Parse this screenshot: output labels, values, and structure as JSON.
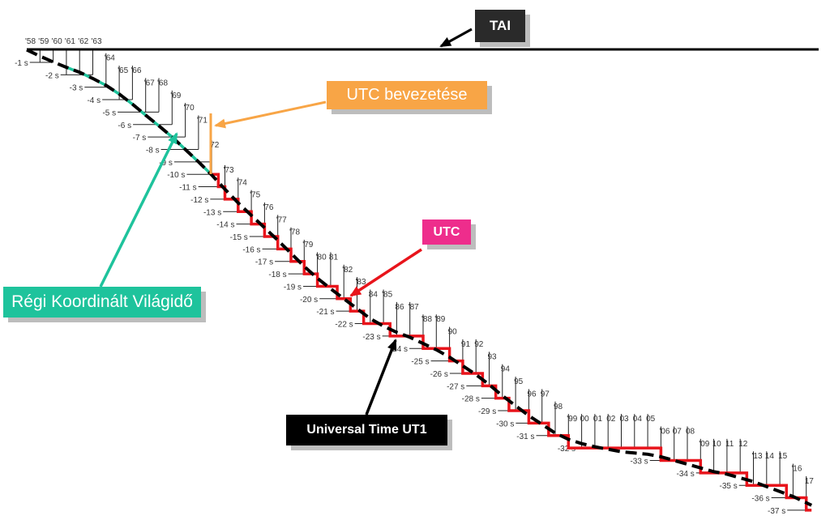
{
  "callouts": {
    "tai": "TAI",
    "utc_intro": "UTC bevezetése",
    "utc": "UTC",
    "old_utc": "Régi Koordinált Világidő",
    "ut1": "Universal Time UT1"
  },
  "colors": {
    "tai": "#000000",
    "utc_step": "#e8141b",
    "ut1_dash": "#000000",
    "old_utc": "#1ec39c",
    "utc_intro": "#f8a546",
    "utc_label": "#ee2d8c",
    "grid": "#222222"
  },
  "years": [
    {
      "year": 1958,
      "label": "'58",
      "level": 0
    },
    {
      "year": 1959,
      "label": "'59",
      "level": -1
    },
    {
      "year": 1960,
      "label": "'60",
      "level": -1
    },
    {
      "year": 1961,
      "label": "'61",
      "level": -2
    },
    {
      "year": 1962,
      "label": "'62",
      "level": -2
    },
    {
      "year": 1963,
      "label": "'63",
      "level": -2
    },
    {
      "year": 1964,
      "label": "'64",
      "level": -3
    },
    {
      "year": 1965,
      "label": "'65",
      "level": -4
    },
    {
      "year": 1966,
      "label": "'66",
      "level": -4
    },
    {
      "year": 1967,
      "label": "'67",
      "level": -5
    },
    {
      "year": 1968,
      "label": "'68",
      "level": -5
    },
    {
      "year": 1969,
      "label": "'69",
      "level": -6
    },
    {
      "year": 1970,
      "label": "'70",
      "level": -7
    },
    {
      "year": 1971,
      "label": "'71",
      "level": -8
    },
    {
      "year": 1972,
      "label": "72",
      "level": -10
    },
    {
      "year": 1973,
      "label": "'73",
      "level": -12
    },
    {
      "year": 1974,
      "label": "'74",
      "level": -13
    },
    {
      "year": 1975,
      "label": "'75",
      "level": -14
    },
    {
      "year": 1976,
      "label": "'76",
      "level": -15
    },
    {
      "year": 1977,
      "label": "'77",
      "level": -16
    },
    {
      "year": 1978,
      "label": "'78",
      "level": -17
    },
    {
      "year": 1979,
      "label": "'79",
      "level": -18
    },
    {
      "year": 1980,
      "label": "'80",
      "level": -19
    },
    {
      "year": 1981,
      "label": "81",
      "level": -19
    },
    {
      "year": 1982,
      "label": "'82",
      "level": -20
    },
    {
      "year": 1983,
      "label": "'83",
      "level": -21
    },
    {
      "year": 1984,
      "label": "84",
      "level": -22
    },
    {
      "year": 1985,
      "label": "'85",
      "level": -22
    },
    {
      "year": 1986,
      "label": "86",
      "level": -23
    },
    {
      "year": 1987,
      "label": "'87",
      "level": -23
    },
    {
      "year": 1988,
      "label": "'88",
      "level": -24
    },
    {
      "year": 1989,
      "label": "'89",
      "level": -24
    },
    {
      "year": 1990,
      "label": "90",
      "level": -25
    },
    {
      "year": 1991,
      "label": "91",
      "level": -26
    },
    {
      "year": 1992,
      "label": "92",
      "level": -26
    },
    {
      "year": 1993,
      "label": "93",
      "level": -27
    },
    {
      "year": 1994,
      "label": "94",
      "level": -28
    },
    {
      "year": 1995,
      "label": "95",
      "level": -29
    },
    {
      "year": 1996,
      "label": "96",
      "level": -30
    },
    {
      "year": 1997,
      "label": "97",
      "level": -30
    },
    {
      "year": 1998,
      "label": "98",
      "level": -31
    },
    {
      "year": 1999,
      "label": "'99",
      "level": -32
    },
    {
      "year": 2000,
      "label": "00",
      "level": -32
    },
    {
      "year": 2001,
      "label": "01",
      "level": -32
    },
    {
      "year": 2002,
      "label": "02",
      "level": -32
    },
    {
      "year": 2003,
      "label": "03",
      "level": -32
    },
    {
      "year": 2004,
      "label": "04",
      "level": -32
    },
    {
      "year": 2005,
      "label": "05",
      "level": -32
    },
    {
      "year": 2006,
      "label": "'06",
      "level": -33
    },
    {
      "year": 2007,
      "label": "07",
      "level": -33
    },
    {
      "year": 2008,
      "label": "08",
      "level": -33
    },
    {
      "year": 2009,
      "label": "'09",
      "level": -34
    },
    {
      "year": 2010,
      "label": "10",
      "level": -34
    },
    {
      "year": 2011,
      "label": "11",
      "level": -34
    },
    {
      "year": 2012,
      "label": "12",
      "level": -34
    },
    {
      "year": 2013,
      "label": "'13",
      "level": -35
    },
    {
      "year": 2014,
      "label": "14",
      "level": -35
    },
    {
      "year": 2015,
      "label": "15",
      "level": -35
    },
    {
      "year": 2016,
      "label": "'16",
      "level": -36
    },
    {
      "year": 2017,
      "label": "17",
      "level": -37
    }
  ],
  "levels": [
    "-1 s",
    "-2 s",
    "-3 s",
    "-4 s",
    "-5 s",
    "-6 s",
    "-7 s",
    "-8 s",
    "-9 s",
    "-10 s",
    "-11 s",
    "-12 s",
    "-13 s",
    "-14 s",
    "-15 s",
    "-16 s",
    "-17 s",
    "-18 s",
    "-19 s",
    "-20 s",
    "-21 s",
    "-22 s",
    "-23 s",
    "-24 s",
    "-25 s",
    "-26 s",
    "-27 s",
    "-28 s",
    "-29 s",
    "-30 s",
    "-31 s",
    "-32 s",
    "-33 s",
    "-34 s",
    "-35 s",
    "-36 s",
    "-37 s"
  ],
  "ut1": [
    [
      1958,
      0
    ],
    [
      1959,
      -0.5
    ],
    [
      1960,
      -0.97
    ],
    [
      1961,
      -1.4
    ],
    [
      1962,
      -1.8
    ],
    [
      1963,
      -2.3
    ],
    [
      1964,
      -2.85
    ],
    [
      1965,
      -3.55
    ],
    [
      1966,
      -4.36
    ],
    [
      1967,
      -5.25
    ],
    [
      1968,
      -6.1
    ],
    [
      1969,
      -7.0
    ],
    [
      1970,
      -8.0
    ],
    [
      1971,
      -9.0
    ],
    [
      1972,
      -10.05
    ],
    [
      1973,
      -11.2
    ],
    [
      1974,
      -12.3
    ],
    [
      1975,
      -13.3
    ],
    [
      1976,
      -14.3
    ],
    [
      1977,
      -15.3
    ],
    [
      1978,
      -16.35
    ],
    [
      1979,
      -17.4
    ],
    [
      1980,
      -18.35
    ],
    [
      1981,
      -19.2
    ],
    [
      1982,
      -20.0
    ],
    [
      1983,
      -20.8
    ],
    [
      1984,
      -21.6
    ],
    [
      1985,
      -22.2
    ],
    [
      1986,
      -22.7
    ],
    [
      1987,
      -23.1
    ],
    [
      1988,
      -23.6
    ],
    [
      1989,
      -24.1
    ],
    [
      1990,
      -24.7
    ],
    [
      1991,
      -25.4
    ],
    [
      1992,
      -26.1
    ],
    [
      1993,
      -26.9
    ],
    [
      1994,
      -27.8
    ],
    [
      1995,
      -28.6
    ],
    [
      1996,
      -29.4
    ],
    [
      1997,
      -30.1
    ],
    [
      1998,
      -30.8
    ],
    [
      1999,
      -31.3
    ],
    [
      2000,
      -31.65
    ],
    [
      2001,
      -31.9
    ],
    [
      2002,
      -32.1
    ],
    [
      2003,
      -32.3
    ],
    [
      2004,
      -32.4
    ],
    [
      2005,
      -32.5
    ],
    [
      2006,
      -32.7
    ],
    [
      2007,
      -33.0
    ],
    [
      2008,
      -33.3
    ],
    [
      2009,
      -33.6
    ],
    [
      2010,
      -33.9
    ],
    [
      2011,
      -34.1
    ],
    [
      2012,
      -34.4
    ],
    [
      2013,
      -34.7
    ],
    [
      2014,
      -35.1
    ],
    [
      2015,
      -35.5
    ],
    [
      2016,
      -35.9
    ],
    [
      2017,
      -36.4
    ],
    [
      2017.4,
      -36.6
    ]
  ],
  "old_utc_span": [
    1960.8,
    1972.0
  ],
  "utc_steps": {
    "start": [
      1972.0,
      -10
    ],
    "end_year": 2017.4,
    "leaps": [
      [
        1972.5,
        -11
      ],
      [
        1973.0,
        -12
      ],
      [
        1974.0,
        -13
      ],
      [
        1975.0,
        -14
      ],
      [
        1976.0,
        -15
      ],
      [
        1977.0,
        -16
      ],
      [
        1978.0,
        -17
      ],
      [
        1979.0,
        -18
      ],
      [
        1980.0,
        -19
      ],
      [
        1981.5,
        -20
      ],
      [
        1982.5,
        -21
      ],
      [
        1983.5,
        -22
      ],
      [
        1985.5,
        -23
      ],
      [
        1988.0,
        -24
      ],
      [
        1990.0,
        -25
      ],
      [
        1991.0,
        -26
      ],
      [
        1992.5,
        -27
      ],
      [
        1993.5,
        -28
      ],
      [
        1994.5,
        -29
      ],
      [
        1996.0,
        -30
      ],
      [
        1997.5,
        -31
      ],
      [
        1999.0,
        -32
      ],
      [
        2006.0,
        -33
      ],
      [
        2009.0,
        -34
      ],
      [
        2012.5,
        -35
      ],
      [
        2015.5,
        -36
      ],
      [
        2017.0,
        -37
      ]
    ]
  }
}
